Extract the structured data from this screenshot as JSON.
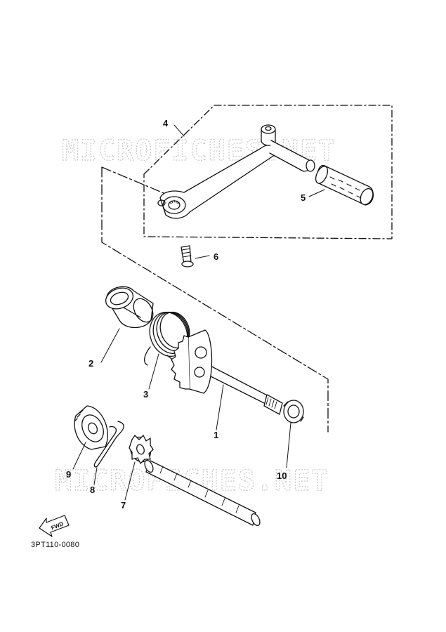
{
  "diagram": {
    "code": "3PT110-0080",
    "watermark": "MICROFICHES.NET",
    "fwd_label": "FWD",
    "callouts": [
      {
        "id": "1",
        "label": "1"
      },
      {
        "id": "2",
        "label": "2"
      },
      {
        "id": "3",
        "label": "3"
      },
      {
        "id": "4",
        "label": "4"
      },
      {
        "id": "5",
        "label": "5"
      },
      {
        "id": "6",
        "label": "6"
      },
      {
        "id": "7",
        "label": "7"
      },
      {
        "id": "8",
        "label": "8"
      },
      {
        "id": "9",
        "label": "9"
      },
      {
        "id": "10",
        "label": "10"
      }
    ]
  },
  "colors": {
    "ink": "#111111",
    "watermark": "#c8c8c8",
    "background": "#ffffff"
  }
}
